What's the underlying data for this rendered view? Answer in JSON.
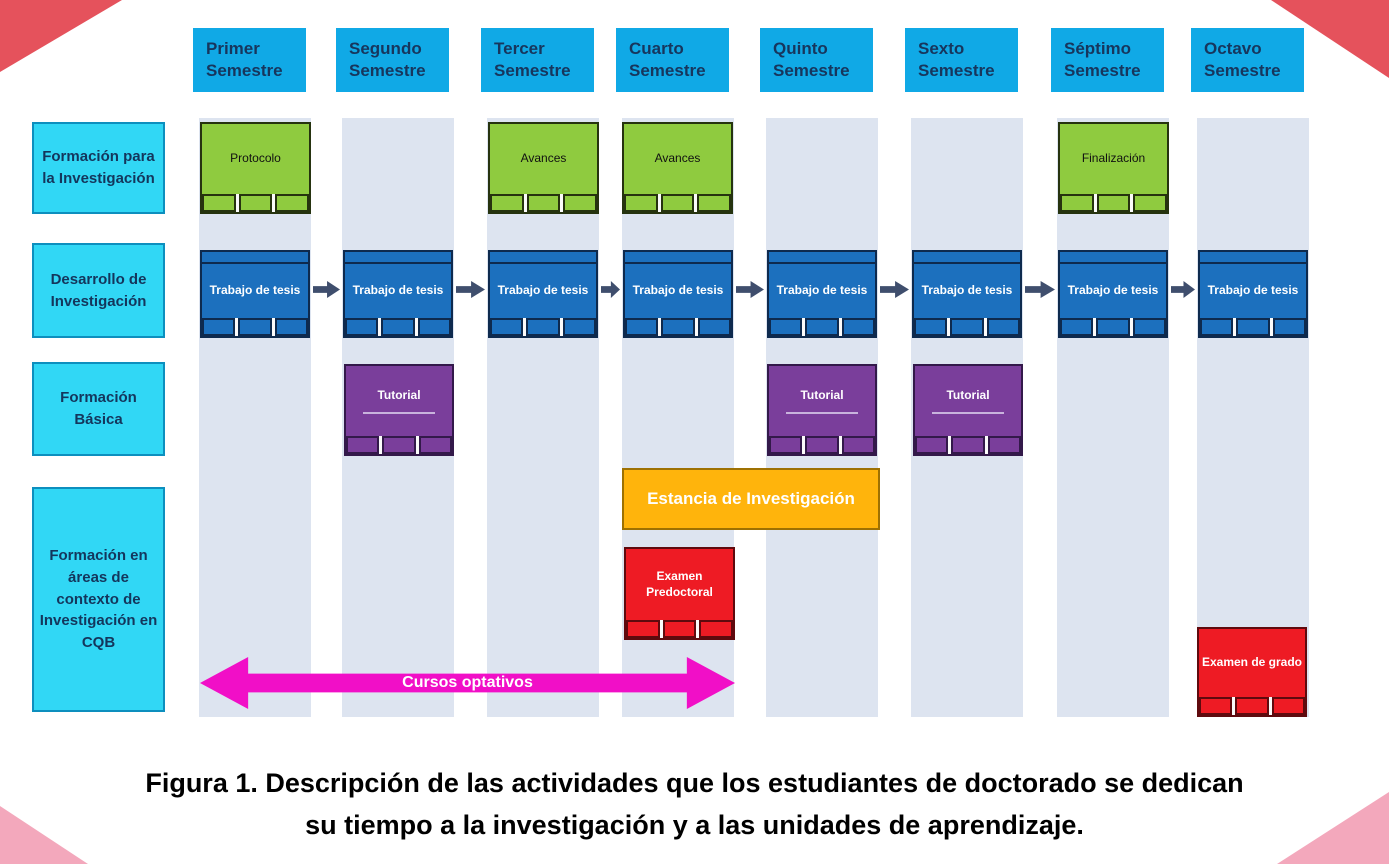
{
  "semesters": [
    "Primer Semestre",
    "Segundo Semestre",
    "Tercer Semestre",
    "Cuarto Semestre",
    "Quinto Semestre",
    "Sexto Semestre",
    "Séptimo Semestre",
    "Octavo Semestre"
  ],
  "categories": [
    "Formación para la Investigación",
    "Desarrollo de Investigación",
    "Formación Básica",
    "Formación en áreas de contexto de Investigación en CQB"
  ],
  "boxes": {
    "protocolo": "Protocolo",
    "avances": "Avances",
    "finalizacion": "Finalización",
    "tesis": "Trabajo de tesis",
    "tutorial": "Tutorial",
    "estancia": "Estancia de Investigación",
    "examen_predoctoral": "Examen Predoctoral",
    "examen_grado": "Examen de grado",
    "cursos_optativos": "Cursos optativos"
  },
  "caption": {
    "line1": "Figura 1. Descripción de las actividades que los estudiantes de doctorado se dedican",
    "line2": "su tiempo a la investigación y a las unidades de aprendizaje."
  },
  "colors": {
    "semester_header_blue": "#10a9e6",
    "category_cyan": "#31d7f5",
    "lane_gray": "#dde4f0",
    "milestone_green": "#8fcb3f",
    "thesis_blue": "#1c70be",
    "tutorial_purple": "#7a3e9b",
    "estancia_orange": "#ffb40c",
    "exam_red": "#ee1b24",
    "cursos_magenta": "#f10fc7",
    "corner_red": "#e5525c",
    "corner_pink": "#f3a8bc"
  }
}
